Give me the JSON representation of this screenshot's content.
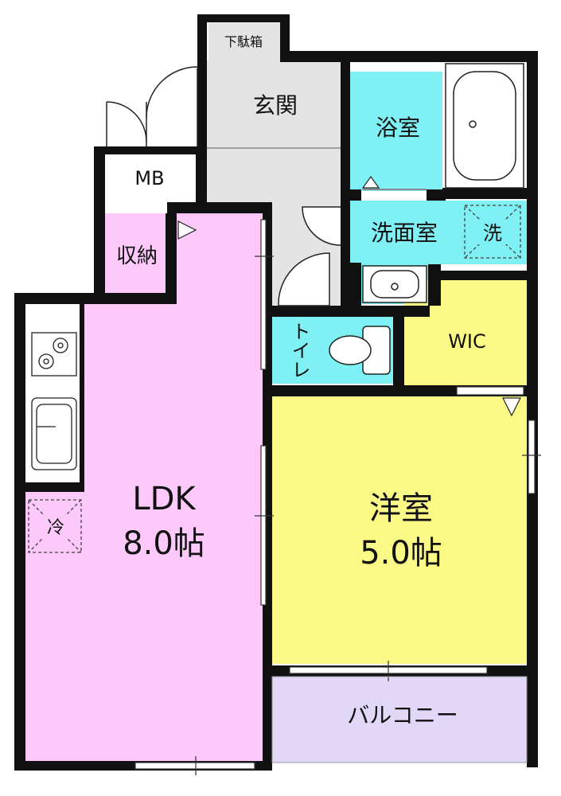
{
  "rooms": {
    "shoebox": "下駄箱",
    "entrance": "玄関",
    "bath": "浴室",
    "washroom": "洗面室",
    "washer": "洗",
    "mb": "MB",
    "storage": "収納",
    "toilet": "トイレ",
    "wic": "WIC",
    "ldk_name": "LDK",
    "ldk_size": "8.0帖",
    "western_name": "洋室",
    "western_size": "5.0帖",
    "fridge": "冷",
    "balcony": "バルコニー"
  },
  "colors": {
    "ldk": "#fdc9fb",
    "western": "#fbfa86",
    "wic": "#fbfa86",
    "bath": "#7ff1f4",
    "washroom": "#7ff1f4",
    "toilet": "#7ff1f4",
    "storage": "#fdc9fb",
    "entrance": "#e4e4e4",
    "balcony": "#e3d7f7",
    "wall": "#111111"
  }
}
